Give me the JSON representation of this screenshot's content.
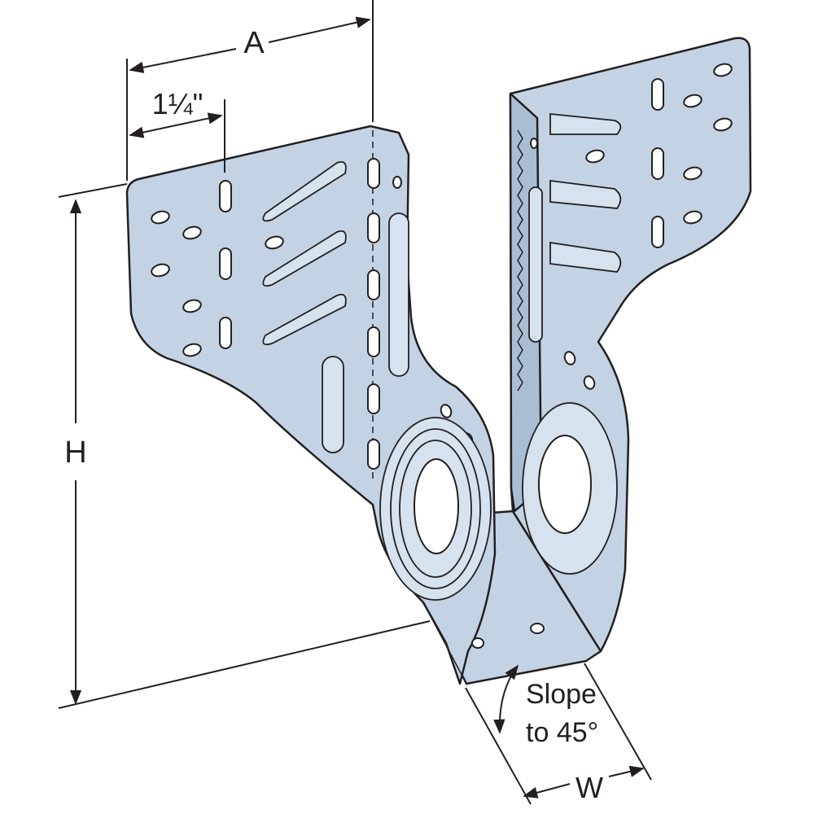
{
  "dimensions": {
    "a_label": "A",
    "quarter_label": "1¼\"",
    "h_label": "H",
    "w_label": "W",
    "slope_line1": "Slope",
    "slope_line2": "to 45°"
  },
  "colors": {
    "steel": "#c3d3e4",
    "steel_shade": "#a9bed4",
    "ink": "#231f20"
  }
}
